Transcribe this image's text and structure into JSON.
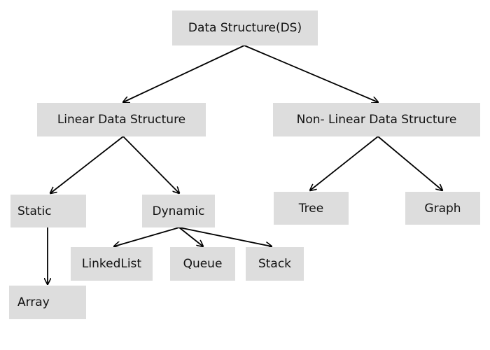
{
  "diagram": {
    "node_color": "#dddddd",
    "edge_color": "#000000",
    "nodes": {
      "root": "Data Structure(DS)",
      "linear": "Linear Data Structure",
      "nonlinear": "Non- Linear Data Structure",
      "static": "Static",
      "dynamic": "Dynamic",
      "tree": "Tree",
      "graph": "Graph",
      "linkedlist": "LinkedList",
      "queue": "Queue",
      "stack": "Stack",
      "array": "Array"
    },
    "edges": [
      [
        "root",
        "linear"
      ],
      [
        "root",
        "nonlinear"
      ],
      [
        "linear",
        "static"
      ],
      [
        "linear",
        "dynamic"
      ],
      [
        "nonlinear",
        "tree"
      ],
      [
        "nonlinear",
        "graph"
      ],
      [
        "static",
        "array"
      ],
      [
        "dynamic",
        "linkedlist"
      ],
      [
        "dynamic",
        "queue"
      ],
      [
        "dynamic",
        "stack"
      ]
    ]
  }
}
